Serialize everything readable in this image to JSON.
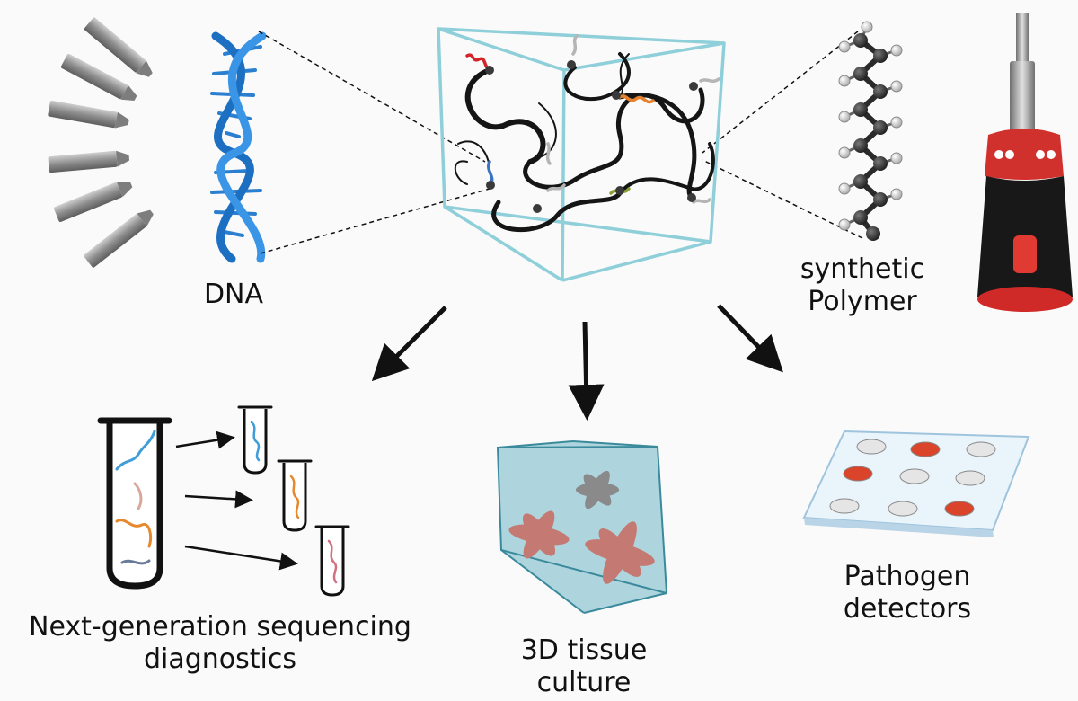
{
  "labels": {
    "dna": "DNA",
    "polymer_line1": "synthetic",
    "polymer_line2": "Polymer",
    "sequencing_line1": "Next-generation sequencing",
    "sequencing_line2": "diagnostics",
    "tissue_line1": "3D tissue",
    "tissue_line2": "culture",
    "pathogen_line1": "Pathogen",
    "pathogen_line2": "detectors"
  },
  "colors": {
    "background": "#fafafa",
    "cube_edge": "#8ecfd9",
    "dna_blue": "#2a7fd0",
    "polymer_carbon": "#2a2a2a",
    "detector_red": "#d9442b",
    "tissue_box": "#4aa0b3",
    "cell": "#c47a72",
    "screwdriver_red": "#d0312d"
  },
  "icons": [
    "screwdriver-bits",
    "dna-helix",
    "hydrogel-network-cube",
    "polymer-chain",
    "ratchet-screwdriver",
    "test-tube",
    "tissue-culture-cube",
    "detector-plate"
  ]
}
